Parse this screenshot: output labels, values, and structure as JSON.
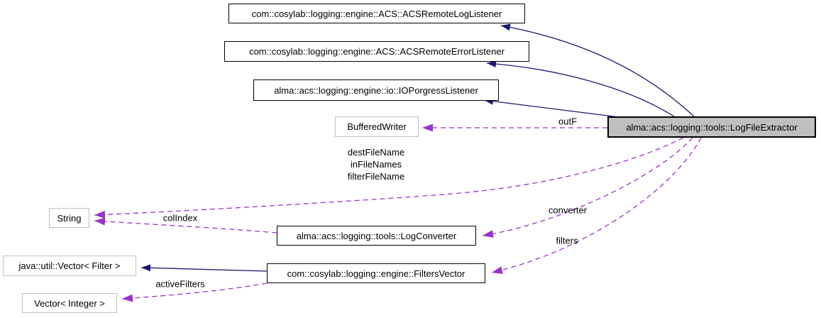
{
  "nodes": {
    "acs_remote_log_listener": {
      "label": "com::cosylab::logging::engine::ACS::ACSRemoteLogListener"
    },
    "acs_remote_error_listener": {
      "label": "com::cosylab::logging::engine::ACS::ACSRemoteErrorListener"
    },
    "io_porgress_listener": {
      "label": "alma::acs::logging::engine::io::IOPorgressListener"
    },
    "buffered_writer": {
      "label": "BufferedWriter"
    },
    "log_file_extractor": {
      "label": "alma::acs::logging::tools::LogFileExtractor"
    },
    "string": {
      "label": "String"
    },
    "vector_filter": {
      "label": "java::util::Vector< Filter >"
    },
    "vector_integer": {
      "label": "Vector< Integer >"
    },
    "log_converter": {
      "label": "alma::acs::logging::tools::LogConverter"
    },
    "filters_vector": {
      "label": "com::cosylab::logging::engine::FiltersVector"
    }
  },
  "edge_labels": {
    "out_f": "outF",
    "dest_file_name": "destFileName",
    "in_file_names": "inFileNames",
    "filter_file_name": "filterFileName",
    "col_index": "colIndex",
    "converter": "converter",
    "filters": "filters",
    "active_filters": "activeFilters"
  },
  "colors": {
    "inheritance_edge": "#191970",
    "usage_edge": "#9a32cd",
    "node_border": "#000000",
    "external_node_border": "#c0c0c0",
    "node_fill": "#ffffff",
    "highlight_fill": "#bfbfbf",
    "text": "#000000",
    "background": "#ffffff"
  }
}
